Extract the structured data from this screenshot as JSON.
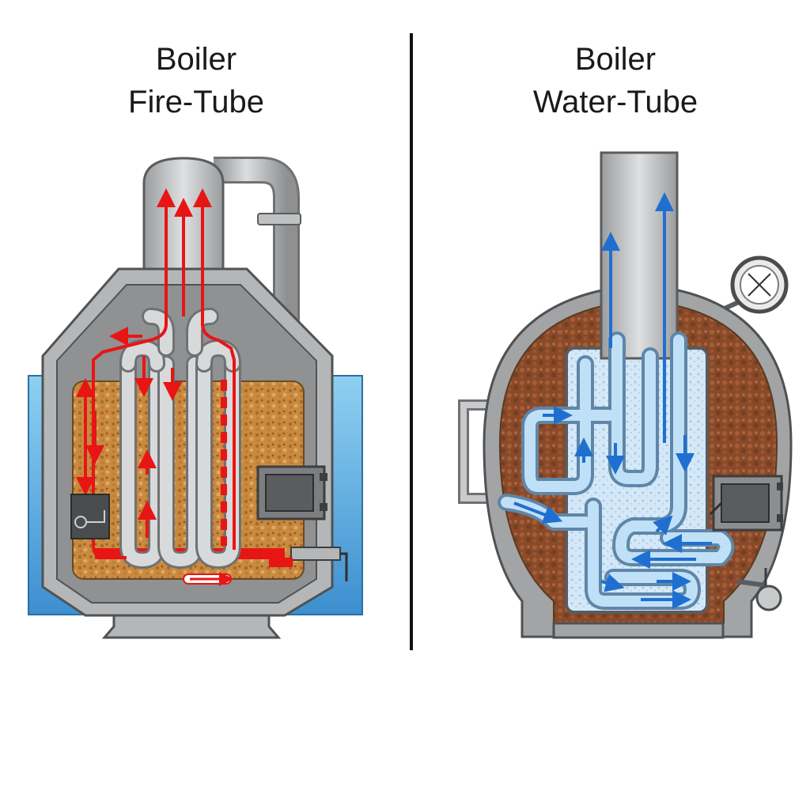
{
  "panels": {
    "left": {
      "title_line1": "Boiler",
      "title_line2": "Fire-Tube",
      "flow_color": "#e81515",
      "water_color": "#5aaede"
    },
    "right": {
      "title_line1": "Boiler",
      "title_line2": "Water-Tube",
      "flow_color": "#2a7ad6",
      "insulation_color": "#8a4a2a"
    }
  },
  "icons": [
    "pressure-gauge-icon",
    "fire-door-icon",
    "valve-icon"
  ],
  "colors": {
    "steel": "#a9abad",
    "steel_dark": "#5a5c5e",
    "packing": "#c98a3f",
    "divider": "#111111"
  }
}
